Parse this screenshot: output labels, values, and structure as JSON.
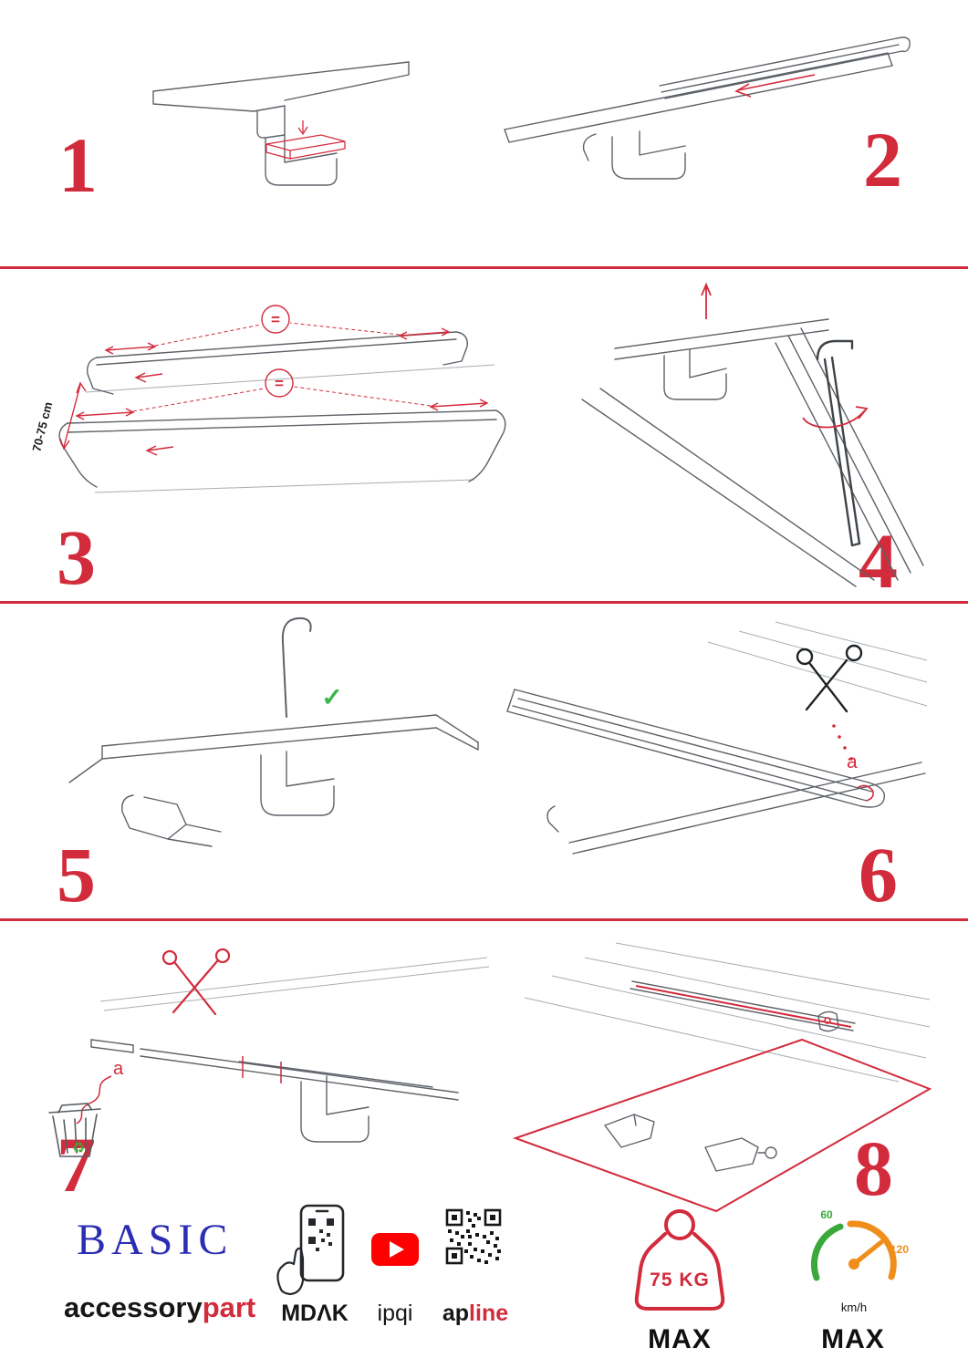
{
  "page": {
    "background": "#ffffff",
    "accent_red": "#d22b3c"
  },
  "steps": [
    {
      "number": "1"
    },
    {
      "number": "2"
    },
    {
      "number": "3"
    },
    {
      "number": "4"
    },
    {
      "number": "5"
    },
    {
      "number": "6"
    },
    {
      "number": "7"
    },
    {
      "number": "8"
    }
  ],
  "annotations": {
    "equals": "=",
    "dimension": "70-75 cm",
    "label_a": "a"
  },
  "icons": {
    "check": "✓",
    "recycle": "♻"
  },
  "footer": {
    "brand_title": "BASIC",
    "brand_black": "accessory",
    "brand_red": "part",
    "app_name": "MDΛK",
    "channel_name": "ipqi",
    "site_black": "ap",
    "site_red": "line",
    "weight_value": "75 KG",
    "weight_max": "MAX",
    "speed_low": "60",
    "speed_high": "120",
    "speed_unit": "km/h",
    "speed_max": "MAX"
  }
}
